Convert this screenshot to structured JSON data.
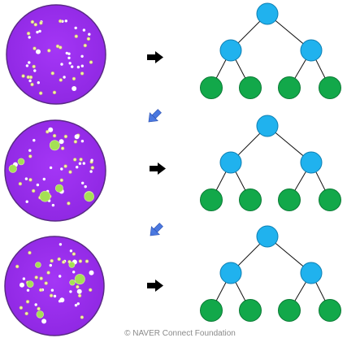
{
  "rows": [
    {
      "id": "row-1"
    },
    {
      "id": "row-2"
    },
    {
      "id": "row-3"
    }
  ],
  "colors": {
    "dish_fill": "#9a2ef0",
    "dish_stroke": "#5a2a86",
    "dot_white": "#ffffff",
    "dot_yellow": "#eef3a8",
    "dot_green": "#a5e054",
    "node_root": "#20b2ee",
    "node_leaf": "#12a84a",
    "edge": "#111111",
    "arrow_black": "#000000",
    "arrow_blue": "#4a78e0"
  },
  "footer": {
    "copyright": "©  NAVER Connect Foundation"
  }
}
